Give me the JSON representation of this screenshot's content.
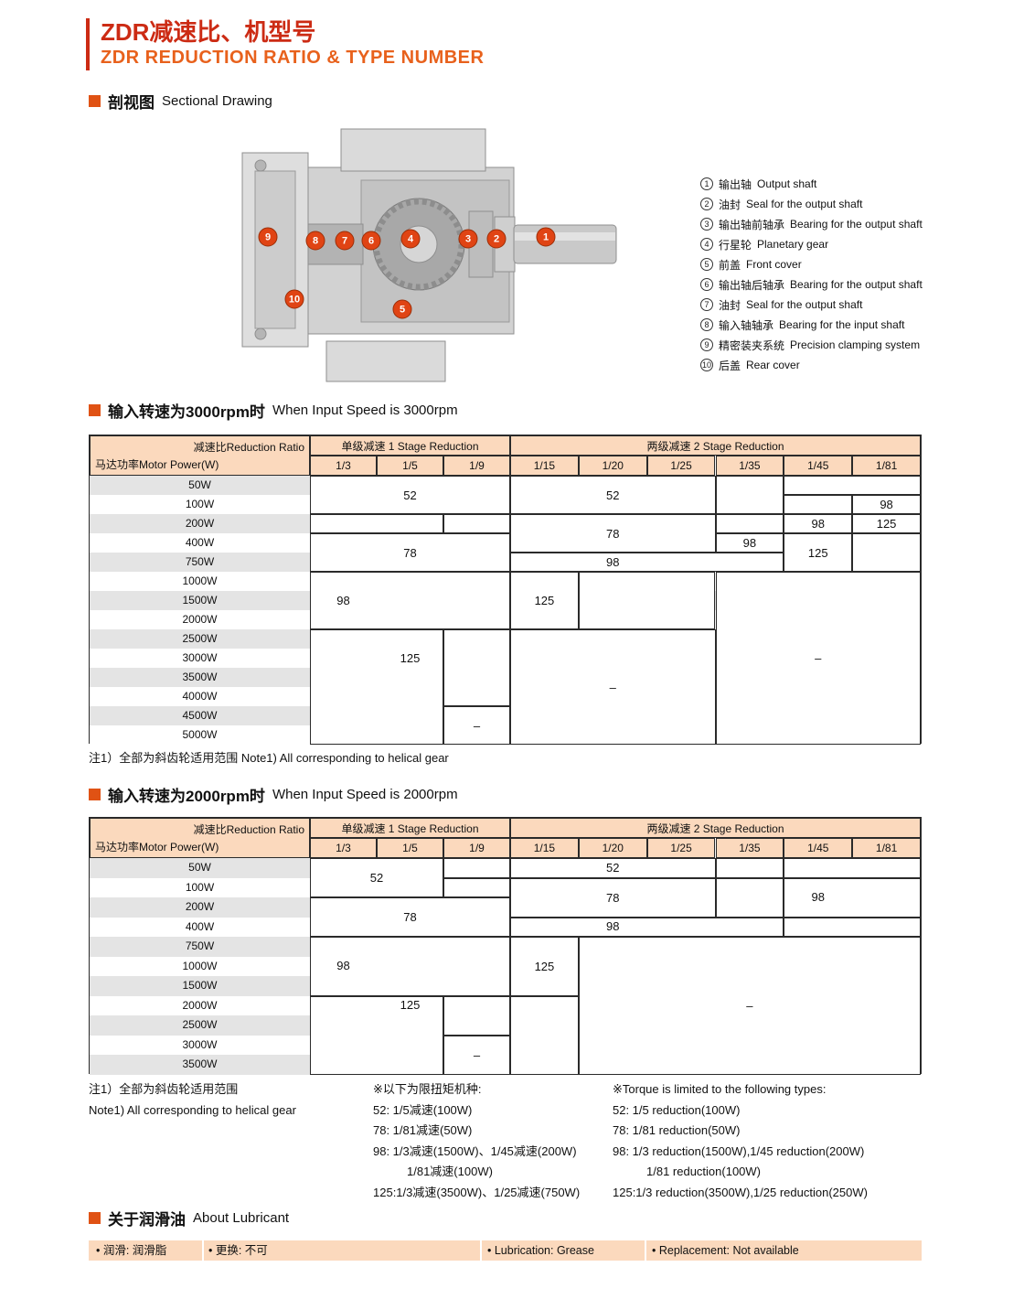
{
  "page": {
    "title_cn": "ZDR减速比、机型号",
    "title_en": "ZDR REDUCTION RATIO & TYPE NUMBER"
  },
  "colors": {
    "title_red": "#cc2b14",
    "title_orange": "#e8611c",
    "heading_square": "#e05214",
    "table_header_bg": "#fbd9bd",
    "row_stripe": "#e4e4e4",
    "badge": "#e04414"
  },
  "sections": {
    "drawing": {
      "cn": "剖视图",
      "en": "Sectional Drawing",
      "callouts": [
        {
          "n": "1",
          "cn": "输出轴",
          "en": "Output shaft"
        },
        {
          "n": "2",
          "cn": "油封",
          "en": "Seal for the output shaft"
        },
        {
          "n": "3",
          "cn": "输出轴前轴承",
          "en": "Bearing for the output shaft"
        },
        {
          "n": "4",
          "cn": "行星轮",
          "en": "Planetary gear"
        },
        {
          "n": "5",
          "cn": "前盖",
          "en": "Front cover"
        },
        {
          "n": "6",
          "cn": "输出轴后轴承",
          "en": "Bearing for the output shaft"
        },
        {
          "n": "7",
          "cn": "油封",
          "en": "Seal for the output shaft"
        },
        {
          "n": "8",
          "cn": "输入轴轴承",
          "en": "Bearing for the input shaft"
        },
        {
          "n": "9",
          "cn": "精密装夹系统",
          "en": "Precision clamping system"
        },
        {
          "n": "10",
          "cn": "后盖",
          "en": "Rear cover"
        }
      ]
    },
    "t3000": {
      "cn": "输入转速为3000rpm时",
      "en": "When Input Speed is 3000rpm"
    },
    "t2000": {
      "cn": "输入转速为2000rpm时",
      "en": "When Input Speed is 2000rpm"
    },
    "lubricant": {
      "cn": "关于润滑油",
      "en": "About Lubricant"
    }
  },
  "tables": {
    "t3000": {
      "corner_top": "减速比Reduction Ratio",
      "corner_bottom": "马达功率Motor Power(W)",
      "stage1_label": "单级减速 1 Stage Reduction",
      "stage2_label": "两级减速 2 Stage Reduction",
      "ratios": [
        "1/3",
        "1/5",
        "1/9",
        "1/15",
        "1/20",
        "1/25",
        "1/35",
        "1/45",
        "1/81"
      ],
      "rows": [
        "50W",
        "100W",
        "200W",
        "400W",
        "750W",
        "1000W",
        "1500W",
        "2000W",
        "2500W",
        "3000W",
        "3500W",
        "4000W",
        "4500W",
        "5000W"
      ],
      "regions": [
        {
          "c": [
            0,
            2
          ],
          "r": [
            0,
            1
          ],
          "label": "52"
        },
        {
          "c": [
            0,
            1
          ],
          "r": [
            2,
            2
          ]
        },
        {
          "c": [
            2,
            2
          ],
          "r": [
            2,
            2
          ]
        },
        {
          "c": [
            0,
            2
          ],
          "r": [
            3,
            4
          ],
          "label": "78"
        },
        {
          "c": [
            0,
            2
          ],
          "r": [
            5,
            7
          ],
          "label": "98",
          "label_cell": [
            0,
            6
          ]
        },
        {
          "c": [
            0,
            1
          ],
          "r": [
            8,
            13
          ],
          "label": "125",
          "label_cell": [
            1,
            9
          ]
        },
        {
          "c": [
            2,
            2
          ],
          "r": [
            8,
            11
          ]
        },
        {
          "c": [
            2,
            2
          ],
          "r": [
            12,
            13
          ],
          "label": "–"
        },
        {
          "c": [
            3,
            5
          ],
          "r": [
            0,
            1
          ],
          "label": "52"
        },
        {
          "c": [
            6,
            6
          ],
          "r": [
            0,
            1
          ]
        },
        {
          "c": [
            7,
            8
          ],
          "r": [
            0,
            0
          ]
        },
        {
          "c": [
            7,
            7
          ],
          "r": [
            1,
            1
          ]
        },
        {
          "c": [
            8,
            8
          ],
          "r": [
            1,
            1
          ],
          "label": "98"
        },
        {
          "c": [
            3,
            5
          ],
          "r": [
            2,
            3
          ],
          "label": "78"
        },
        {
          "c": [
            6,
            6
          ],
          "r": [
            2,
            2
          ]
        },
        {
          "c": [
            7,
            7
          ],
          "r": [
            2,
            2
          ],
          "label": "98"
        },
        {
          "c": [
            8,
            8
          ],
          "r": [
            2,
            2
          ],
          "label": "125"
        },
        {
          "c": [
            6,
            6
          ],
          "r": [
            3,
            3
          ],
          "label": "98"
        },
        {
          "c": [
            7,
            7
          ],
          "r": [
            3,
            4
          ],
          "label": "125"
        },
        {
          "c": [
            8,
            8
          ],
          "r": [
            3,
            4
          ]
        },
        {
          "c": [
            3,
            6
          ],
          "r": [
            4,
            4
          ],
          "label": "98",
          "label_cell": [
            4,
            4
          ]
        },
        {
          "c": [
            4,
            5
          ],
          "r": [
            5,
            7
          ]
        },
        {
          "c": [
            3,
            3
          ],
          "r": [
            5,
            7
          ],
          "label": "125"
        },
        {
          "c": [
            3,
            5
          ],
          "r": [
            8,
            13
          ],
          "label": "–"
        },
        {
          "c": [
            6,
            8
          ],
          "r": [
            5,
            13
          ],
          "label": "–"
        }
      ]
    },
    "t2000": {
      "corner_top": "减速比Reduction Ratio",
      "corner_bottom": "马达功率Motor Power(W)",
      "stage1_label": "单级减速 1 Stage Reduction",
      "stage2_label": "两级减速 2 Stage Reduction",
      "ratios": [
        "1/3",
        "1/5",
        "1/9",
        "1/15",
        "1/20",
        "1/25",
        "1/35",
        "1/45",
        "1/81"
      ],
      "rows": [
        "50W",
        "100W",
        "200W",
        "400W",
        "750W",
        "1000W",
        "1500W",
        "2000W",
        "2500W",
        "3000W",
        "3500W"
      ],
      "regions": [
        {
          "c": [
            0,
            1
          ],
          "r": [
            0,
            1
          ],
          "label": "52"
        },
        {
          "c": [
            2,
            2
          ],
          "r": [
            0,
            0
          ]
        },
        {
          "c": [
            2,
            2
          ],
          "r": [
            1,
            1
          ]
        },
        {
          "c": [
            0,
            2
          ],
          "r": [
            2,
            3
          ],
          "label": "78"
        },
        {
          "c": [
            0,
            2
          ],
          "r": [
            4,
            6
          ],
          "label": "98",
          "label_cell": [
            0,
            5
          ]
        },
        {
          "c": [
            0,
            1
          ],
          "r": [
            7,
            10
          ],
          "label": "125",
          "label_cell": [
            1,
            7
          ]
        },
        {
          "c": [
            2,
            2
          ],
          "r": [
            7,
            8
          ]
        },
        {
          "c": [
            2,
            2
          ],
          "r": [
            9,
            10
          ],
          "label": "–"
        },
        {
          "c": [
            3,
            5
          ],
          "r": [
            0,
            0
          ],
          "label": "52"
        },
        {
          "c": [
            6,
            6
          ],
          "r": [
            0,
            0
          ]
        },
        {
          "c": [
            7,
            8
          ],
          "r": [
            0,
            0
          ]
        },
        {
          "c": [
            3,
            5
          ],
          "r": [
            1,
            2
          ],
          "label": "78"
        },
        {
          "c": [
            6,
            6
          ],
          "r": [
            1,
            2
          ]
        },
        {
          "c": [
            7,
            8
          ],
          "r": [
            1,
            2
          ],
          "label": "98",
          "label_cell": [
            7,
            1.5
          ]
        },
        {
          "c": [
            3,
            6
          ],
          "r": [
            3,
            3
          ],
          "label": "98",
          "label_cell": [
            4,
            3
          ]
        },
        {
          "c": [
            7,
            8
          ],
          "r": [
            3,
            3
          ]
        },
        {
          "c": [
            3,
            3
          ],
          "r": [
            4,
            6
          ],
          "label": "125"
        },
        {
          "c": [
            3,
            3
          ],
          "r": [
            7,
            10
          ]
        },
        {
          "c": [
            4,
            8
          ],
          "r": [
            4,
            10
          ],
          "label": "–"
        }
      ]
    }
  },
  "notes": {
    "note_3000": "注1）全部为斜齿轮适用范围  Note1) All corresponding to helical gear",
    "note_2000_cn": "注1）全部为斜齿轮适用范围",
    "note_2000_en": "Note1) All corresponding to helical gear",
    "torque_cn": {
      "title": "※以下为限扭矩机种:",
      "lines": [
        {
          "text": "52: 1/5减速(100W)"
        },
        {
          "text": "78: 1/81减速(50W)"
        },
        {
          "text": "98: 1/3减速(1500W)、1/45减速(200W)"
        },
        {
          "text": "1/81减速(100W)",
          "indent": true
        },
        {
          "text": "125:1/3减速(3500W)、1/25减速(750W)"
        }
      ]
    },
    "torque_en": {
      "title": "※Torque is limited to the following types:",
      "lines": [
        {
          "text": "52: 1/5 reduction(100W)"
        },
        {
          "text": "78: 1/81 reduction(50W)"
        },
        {
          "text": "98: 1/3 reduction(1500W),1/45 reduction(200W)"
        },
        {
          "text": "1/81 reduction(100W)",
          "indent": true
        },
        {
          "text": "125:1/3 reduction(3500W),1/25 reduction(250W)"
        }
      ]
    }
  },
  "lubricant": {
    "items": [
      "• 润滑: 润滑脂",
      "• 更换: 不可",
      "• Lubrication: Grease",
      "• Replacement: Not available"
    ]
  }
}
